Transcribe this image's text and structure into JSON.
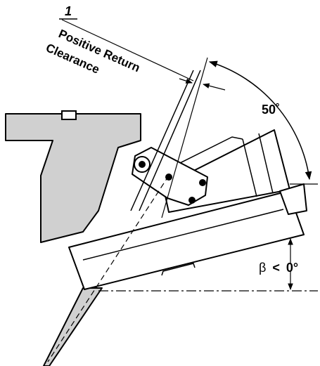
{
  "callout": {
    "number": "1"
  },
  "clearance": {
    "line1": "Positive Return",
    "line2": "Clearance"
  },
  "angle_label": "50˚",
  "beta_label": {
    "symbol": "β",
    "relation": "<",
    "value": "0°"
  },
  "colors": {
    "stroke": "#000000",
    "fill_gray": "#d0d0d0",
    "fill_white": "#ffffff"
  }
}
